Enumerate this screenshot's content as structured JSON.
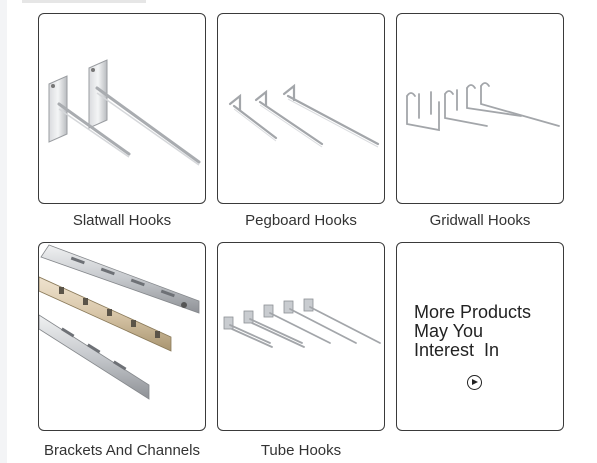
{
  "products": [
    {
      "label": "Slatwall Hooks",
      "icon": "slatwall-hooks-image"
    },
    {
      "label": "Pegboard Hooks",
      "icon": "pegboard-hooks-image"
    },
    {
      "label": "Gridwall Hooks",
      "icon": "gridwall-hooks-image"
    },
    {
      "label": "Brackets And Channels",
      "icon": "brackets-channels-image"
    },
    {
      "label": "Tube Hooks",
      "icon": "tube-hooks-image"
    }
  ],
  "more": {
    "line1": "More Products",
    "line2": "May You",
    "line3": "Interest  In",
    "icon": "play-circle-icon"
  },
  "colors": {
    "card_border": "#3a3a3a",
    "label_text": "#333333",
    "metal": "#b8bcc2"
  }
}
